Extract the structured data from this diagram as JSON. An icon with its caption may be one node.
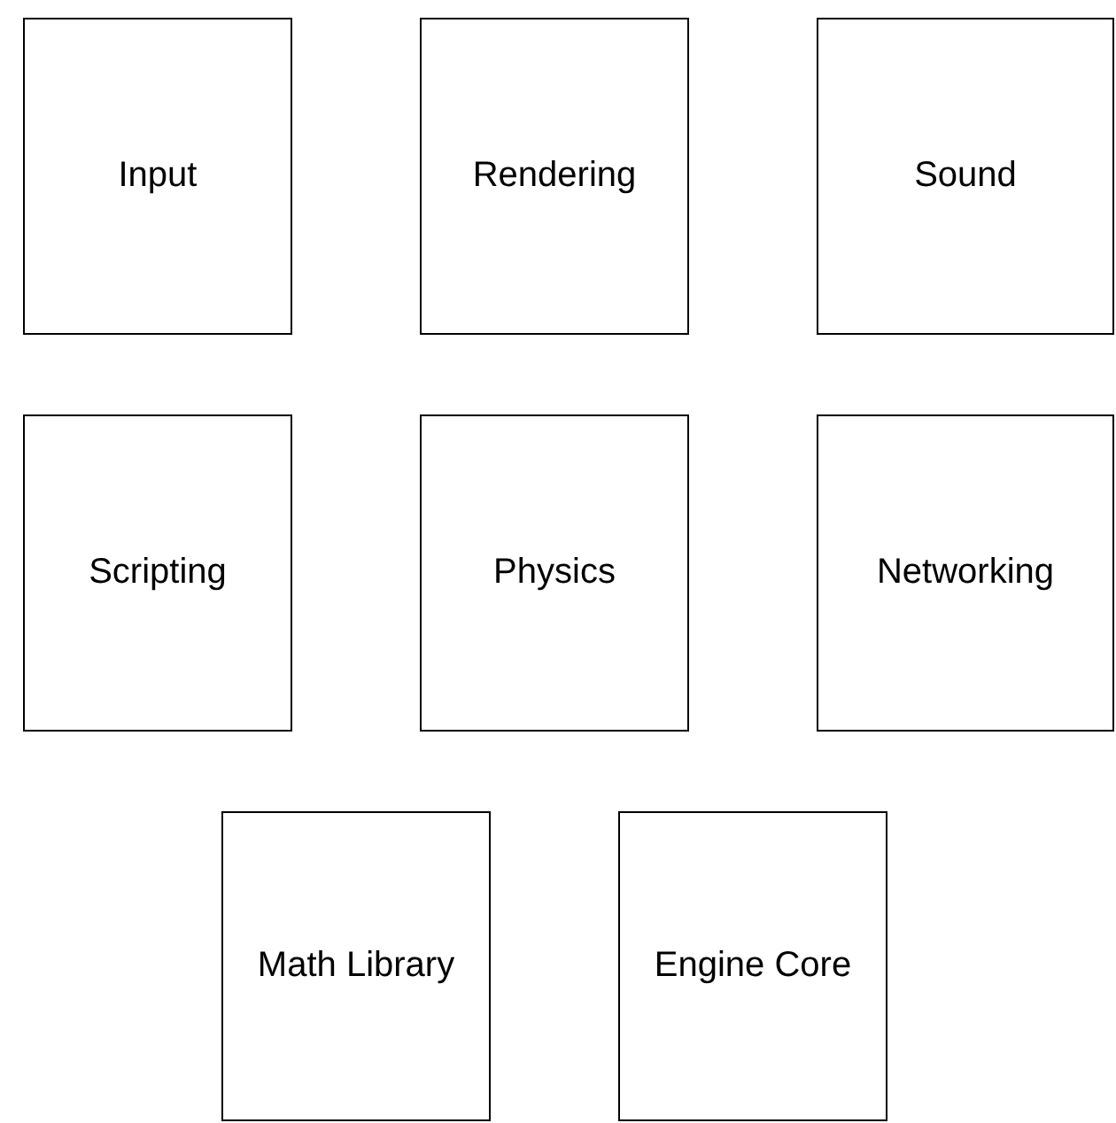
{
  "diagram": {
    "nodes": [
      {
        "text": [
          "Input"
        ]
      },
      {
        "text": [
          "Rendering"
        ]
      },
      {
        "text": [
          "Sound"
        ]
      },
      {
        "text": [
          "Scripting"
        ]
      },
      {
        "text": [
          "Physics"
        ]
      },
      {
        "text": [
          "Networking"
        ]
      },
      {
        "text": [
          "Math Library"
        ]
      },
      {
        "text": [
          "Engine Core"
        ]
      }
    ]
  }
}
